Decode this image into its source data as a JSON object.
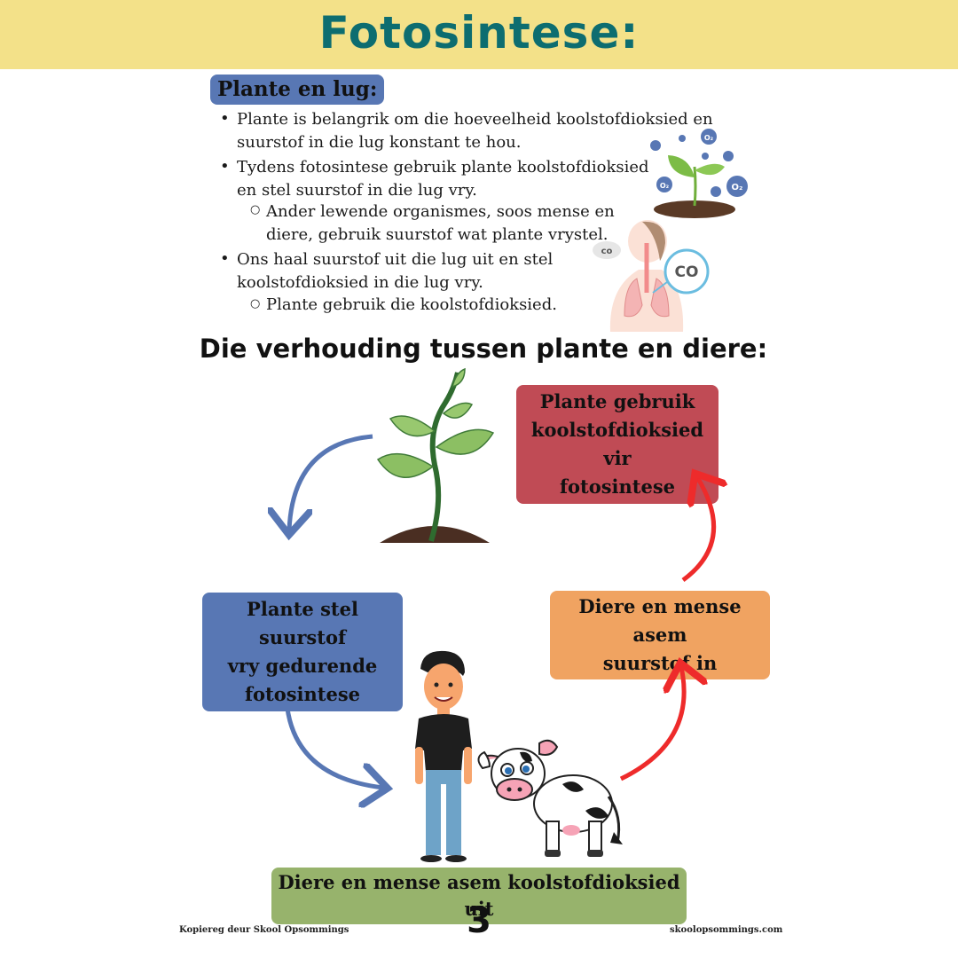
{
  "header": {
    "title": "Fotosintese:"
  },
  "section": {
    "heading": "Plante en lug:",
    "bullets": [
      {
        "lines": [
          "Plante is belangrik om die hoeveelheid koolstofdioksied en",
          "suurstof in die lug konstant te hou."
        ]
      },
      {
        "lines": [
          "Tydens fotosintese gebruik plante koolstofdioksied",
          "en stel suurstof in die lug vry."
        ]
      },
      {
        "lines": [
          "Ander lewende organismes, soos mense en",
          "diere, gebruik suurstof wat plante vrystel."
        ]
      },
      {
        "lines": [
          "Ons haal suurstof uit die lug uit en stel",
          "koolstofdioksied in die lug vry."
        ]
      },
      {
        "lines": [
          "Plante gebruik die koolstofdioksied."
        ]
      }
    ]
  },
  "illustration_labels": {
    "o2_bubble": "O₂",
    "o2_sub": "2",
    "co_small": "co",
    "co_big": "CO"
  },
  "relationship": {
    "title": "Die verhouding tussen plante en diere:",
    "boxes": {
      "plants_use_co2": [
        "Plante gebruik",
        "koolstofdioksied vir",
        "fotosintese"
      ],
      "breathe_in": [
        "Diere en mense asem",
        "suurstof in"
      ],
      "plants_release": [
        "Plante stel suurstof",
        "vry gedurende",
        "fotosintese"
      ],
      "breathe_out": [
        "Diere en mense asem koolstofdioksied uit"
      ]
    }
  },
  "footer": {
    "copyright": "Kopiereg deur Skool Opsommings",
    "page_number": "3",
    "website": "skoolopsommings.com"
  },
  "colors": {
    "header_bg": "#f3e189",
    "title": "#0d6d70",
    "blue": "#5877b4",
    "red": "#c04b55",
    "orange": "#f0a361",
    "green": "#97b36c",
    "arrow_red": "#ee2b2b",
    "arrow_blue": "#5877b4"
  }
}
